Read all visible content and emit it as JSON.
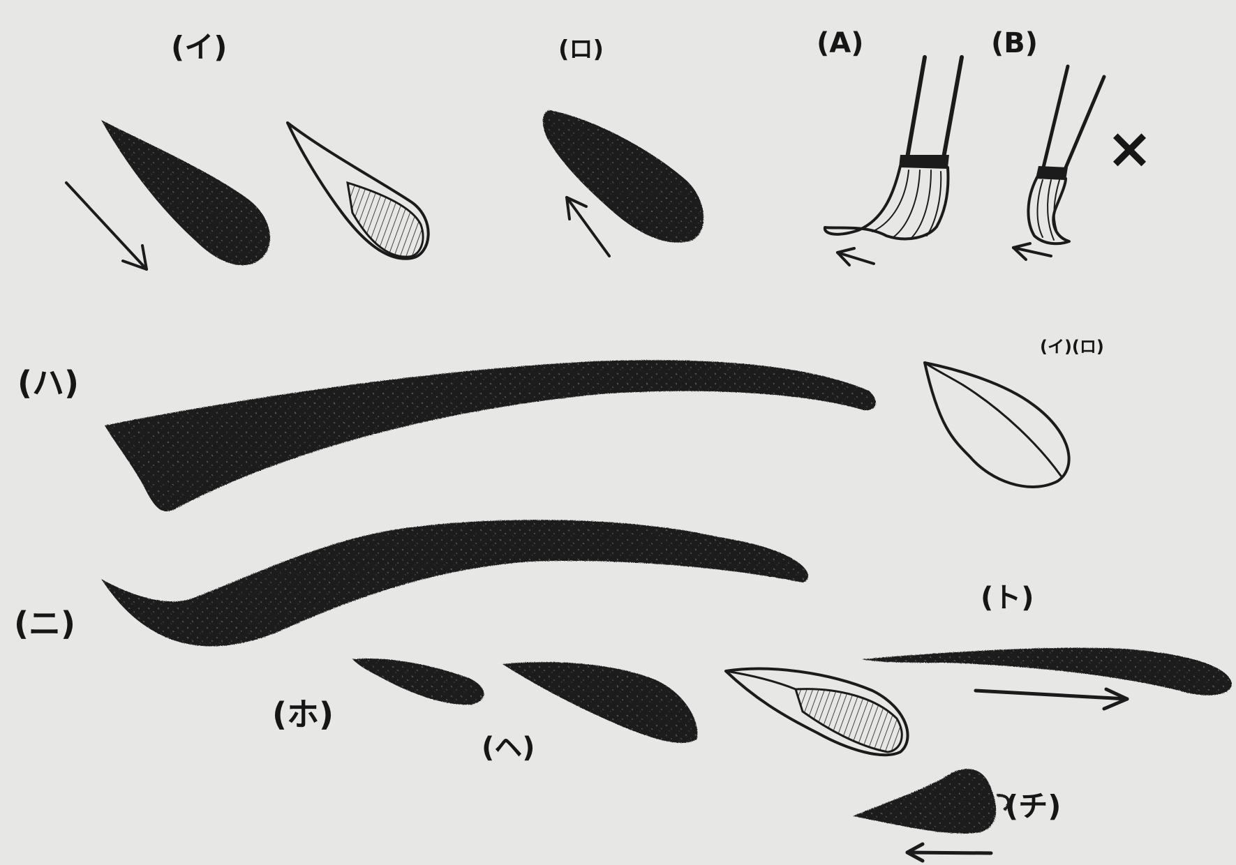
{
  "labels": {
    "i": "(イ)",
    "ro": "(ロ)",
    "A": "(A)",
    "B": "(B)",
    "i_ro": "(イ)(ロ)",
    "ha": "(ハ)",
    "ni": "(ニ)",
    "ho": "(ホ)",
    "he": "(ヘ)",
    "to": "(ト)",
    "chi": "(チ)"
  },
  "marks": {
    "cross": "×"
  },
  "colors": {
    "paper": "#e7e7e5",
    "ink": "#1b1b1b"
  }
}
